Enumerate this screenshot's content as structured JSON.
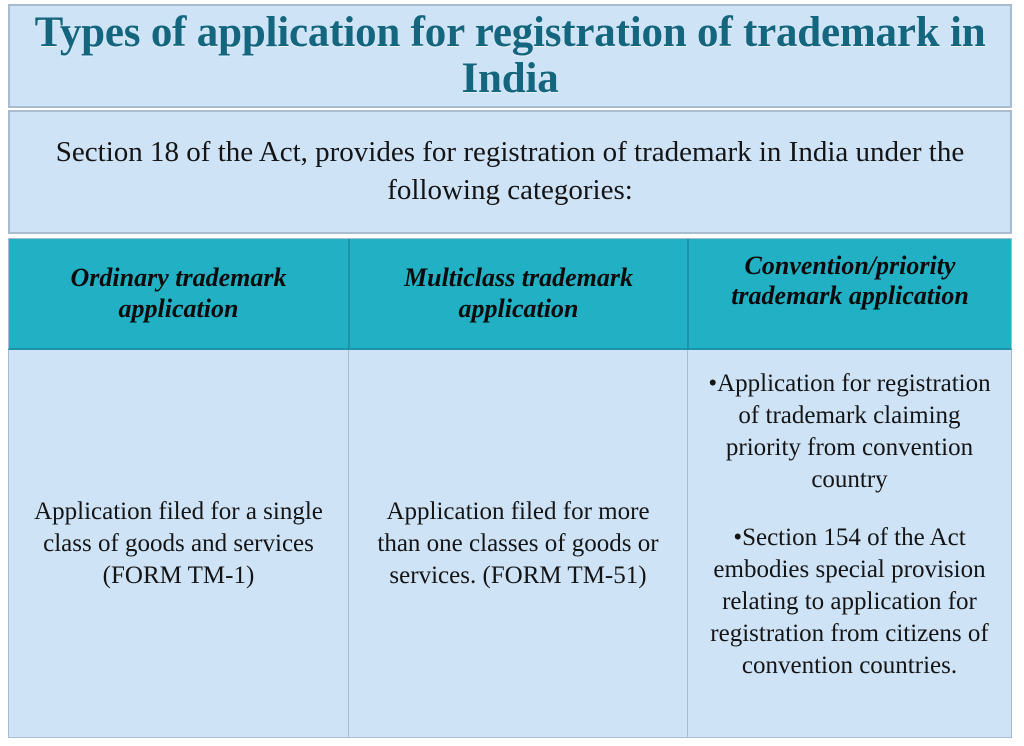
{
  "slide": {
    "title": "Types of application for registration of trademark in India",
    "subtitle": "Section 18 of the Act, provides for registration of trademark in India under the following categories:",
    "colors": {
      "panel_background": "#CFE3F7",
      "panel_border": "#A9BCCF",
      "header_row_background": "#21B0C4",
      "title_text": "#14667E",
      "body_text": "#141414"
    }
  },
  "table": {
    "headers": [
      "Ordinary trademark application",
      "Multiclass trademark application",
      "Convention/priority trademark application"
    ],
    "rows": [
      {
        "cell1": "Application filed for a single class of goods and services (FORM TM-1)",
        "cell2": "Application filed for more than one classes of goods or services. (FORM TM-51)",
        "cell3_bullets": [
          "•Application for registration of trademark claiming priority from convention country",
          "•Section 154 of the Act embodies special provision relating to application for registration from citizens of convention countries."
        ]
      }
    ]
  }
}
